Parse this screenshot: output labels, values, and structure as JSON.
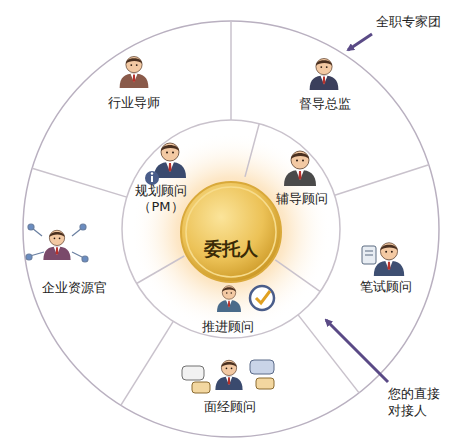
{
  "diagram": {
    "nodes": [
      {
        "text": [
          "委托人"
        ]
      },
      {
        "text": [
          "行业导师"
        ]
      },
      {
        "text": [
          "督导总监"
        ]
      },
      {
        "text": [
          "规划顾问 （PM）"
        ]
      },
      {
        "text": [
          "辅导顾问"
        ]
      },
      {
        "text": [
          "企业资源官"
        ]
      },
      {
        "text": [
          "笔试顾问"
        ]
      },
      {
        "text": [
          "推进顾问"
        ]
      },
      {
        "text": [
          "面经顾问"
        ]
      }
    ],
    "labels": [
      "全职专家团",
      "您的直接 对接人"
    ]
  }
}
